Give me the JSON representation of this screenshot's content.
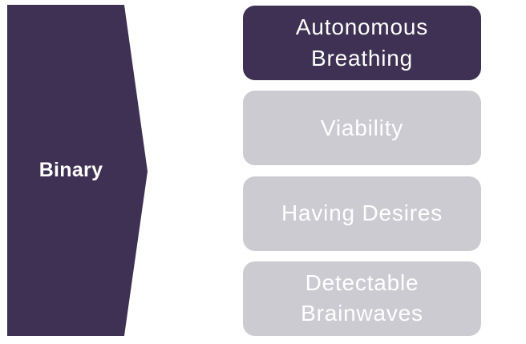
{
  "diagram": {
    "category_label": "Binary",
    "items": [
      {
        "label": "Autonomous Breathing",
        "highlighted": true
      },
      {
        "label": "Viability",
        "highlighted": false
      },
      {
        "label": "Having Desires",
        "highlighted": false
      },
      {
        "label": "Detectable Brainwaves",
        "highlighted": false
      }
    ],
    "colors": {
      "accent_dark_purple": "#3E3153",
      "muted_gray": "#CDCBD2",
      "text": "#FFFFFF",
      "background": "#FFFFFF"
    }
  }
}
